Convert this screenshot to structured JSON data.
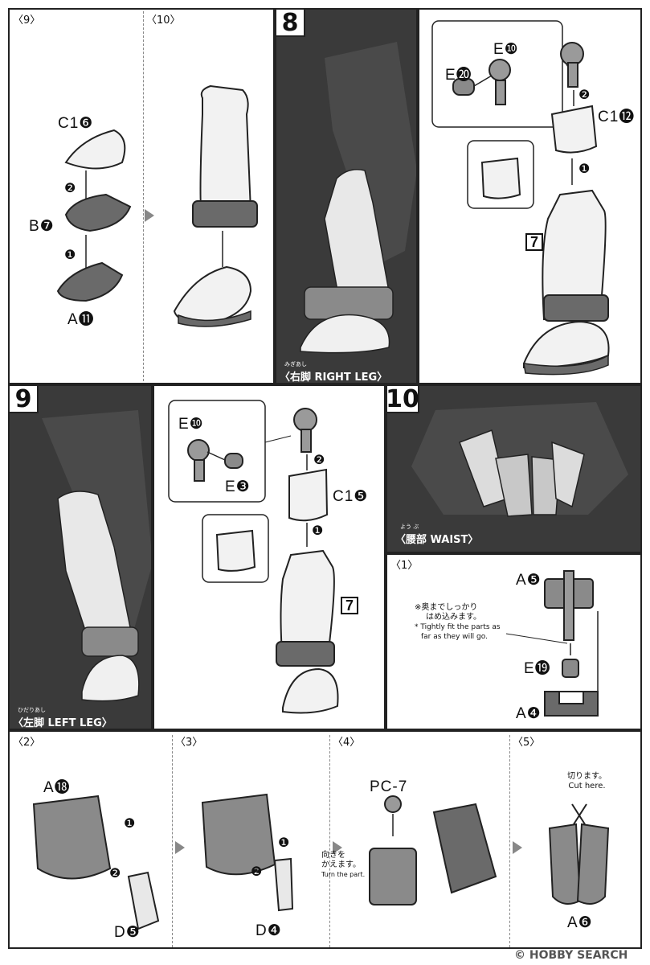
{
  "sections": {
    "s9_sub_label": "〈9〉",
    "s10_sub_label": "〈10〉",
    "step8_number": "8",
    "step9_number": "9",
    "step10_number": "10",
    "sub1_label": "〈1〉",
    "sub2_label": "〈2〉",
    "sub3_label": "〈3〉",
    "sub4_label": "〈4〉",
    "sub5_label": "〈5〉"
  },
  "parts": {
    "c16": "C1❻",
    "b7": "B❼",
    "a11": "A⓫",
    "e10_a": "E❿",
    "e20": "E⓴",
    "c112": "C1⓬",
    "e10_b": "E❿",
    "e3": "E❸",
    "c15": "C1❺",
    "a5": "A❺",
    "e19": "E⓳",
    "a4": "A❹",
    "a18": "A⓲",
    "d5": "D❺",
    "d4": "D❹",
    "pc7": "PC-7",
    "a6": "A❻"
  },
  "order_marks": {
    "one": "❶",
    "two": "❷"
  },
  "ref_box": {
    "seven_a": "7",
    "seven_b": "7"
  },
  "captions": {
    "right_leg_ruby": "みぎあし",
    "right_leg": "〈右脚 RIGHT LEG〉",
    "left_leg_ruby": "ひだりあし",
    "left_leg": "〈左脚 LEFT LEG〉",
    "waist_ruby": "よう ぶ",
    "waist": "〈腰部 WAIST〉"
  },
  "notes": {
    "fit_jp_1": "※奥までしっかり",
    "fit_jp_2": "はめ込みます。",
    "fit_en_1": "* Tightly fit the parts as",
    "fit_en_2": "far as they will go.",
    "turn_jp_1": "向きを",
    "turn_jp_2": "かえます。",
    "turn_en": "Turn the part.",
    "cut_jp": "切ります。",
    "cut_en": "Cut here."
  },
  "watermark": "© HOBBY SEARCH",
  "colors": {
    "line": "#222222",
    "part_fill": "#f2f2f2",
    "part_dark": "#6a6a6a",
    "photo_bg": "#3a3a3a"
  }
}
